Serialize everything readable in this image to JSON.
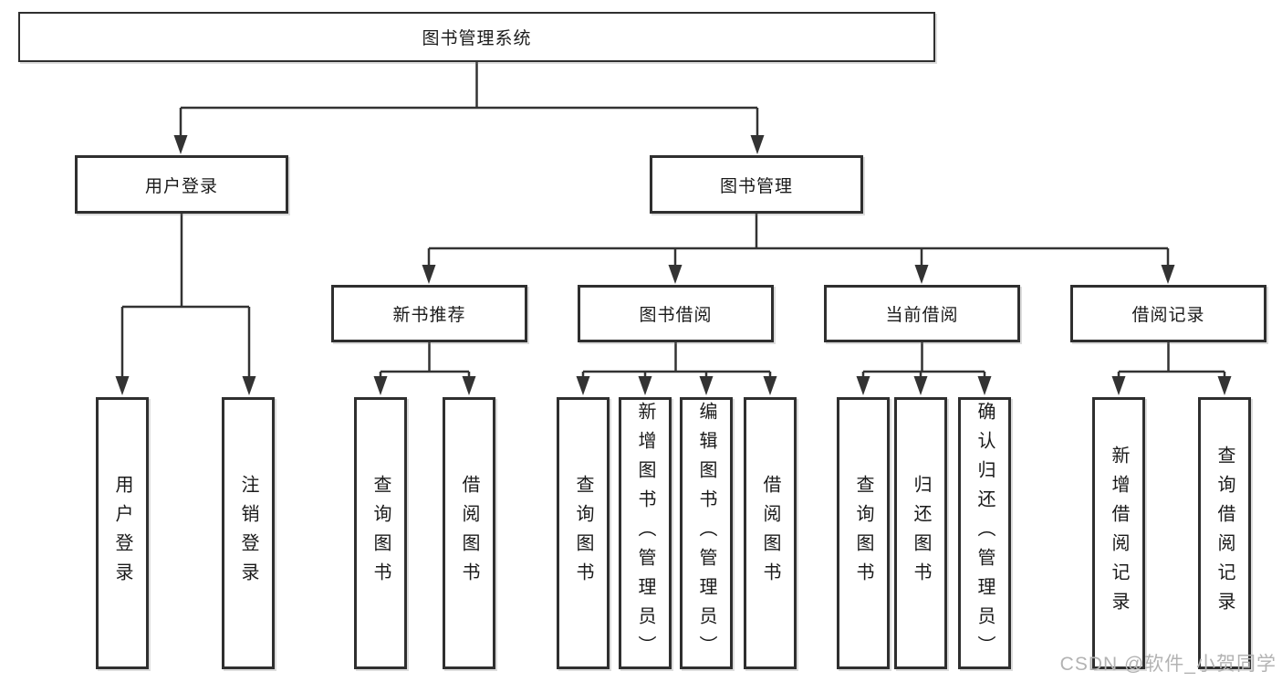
{
  "root": {
    "label": "图书管理系统"
  },
  "modules": {
    "user_login": "用户登录",
    "book_management": "图书管理"
  },
  "submodules": {
    "new_book_recommend": "新书推荐",
    "book_borrow": "图书借阅",
    "current_borrow": "当前借阅",
    "borrow_record": "借阅记录"
  },
  "functions": {
    "user_login": [
      "用户登录",
      "注销登录"
    ],
    "new_book_recommend": [
      "查询图书",
      "借阅图书"
    ],
    "book_borrow": [
      "查询图书",
      "新增图书（管理员）",
      "编辑图书（管理员）",
      "借阅图书"
    ],
    "current_borrow": [
      "查询图书",
      "归还图书",
      "确认归还（管理员）"
    ],
    "borrow_record": [
      "新增借阅记录",
      "查询借阅记录"
    ]
  },
  "watermark": "CSDN @软件_小贺同学",
  "colors": {
    "line": "#333333",
    "box_border": "#2f2f2f",
    "text": "#1a1a1a",
    "watermark": "#b3b3b3"
  }
}
